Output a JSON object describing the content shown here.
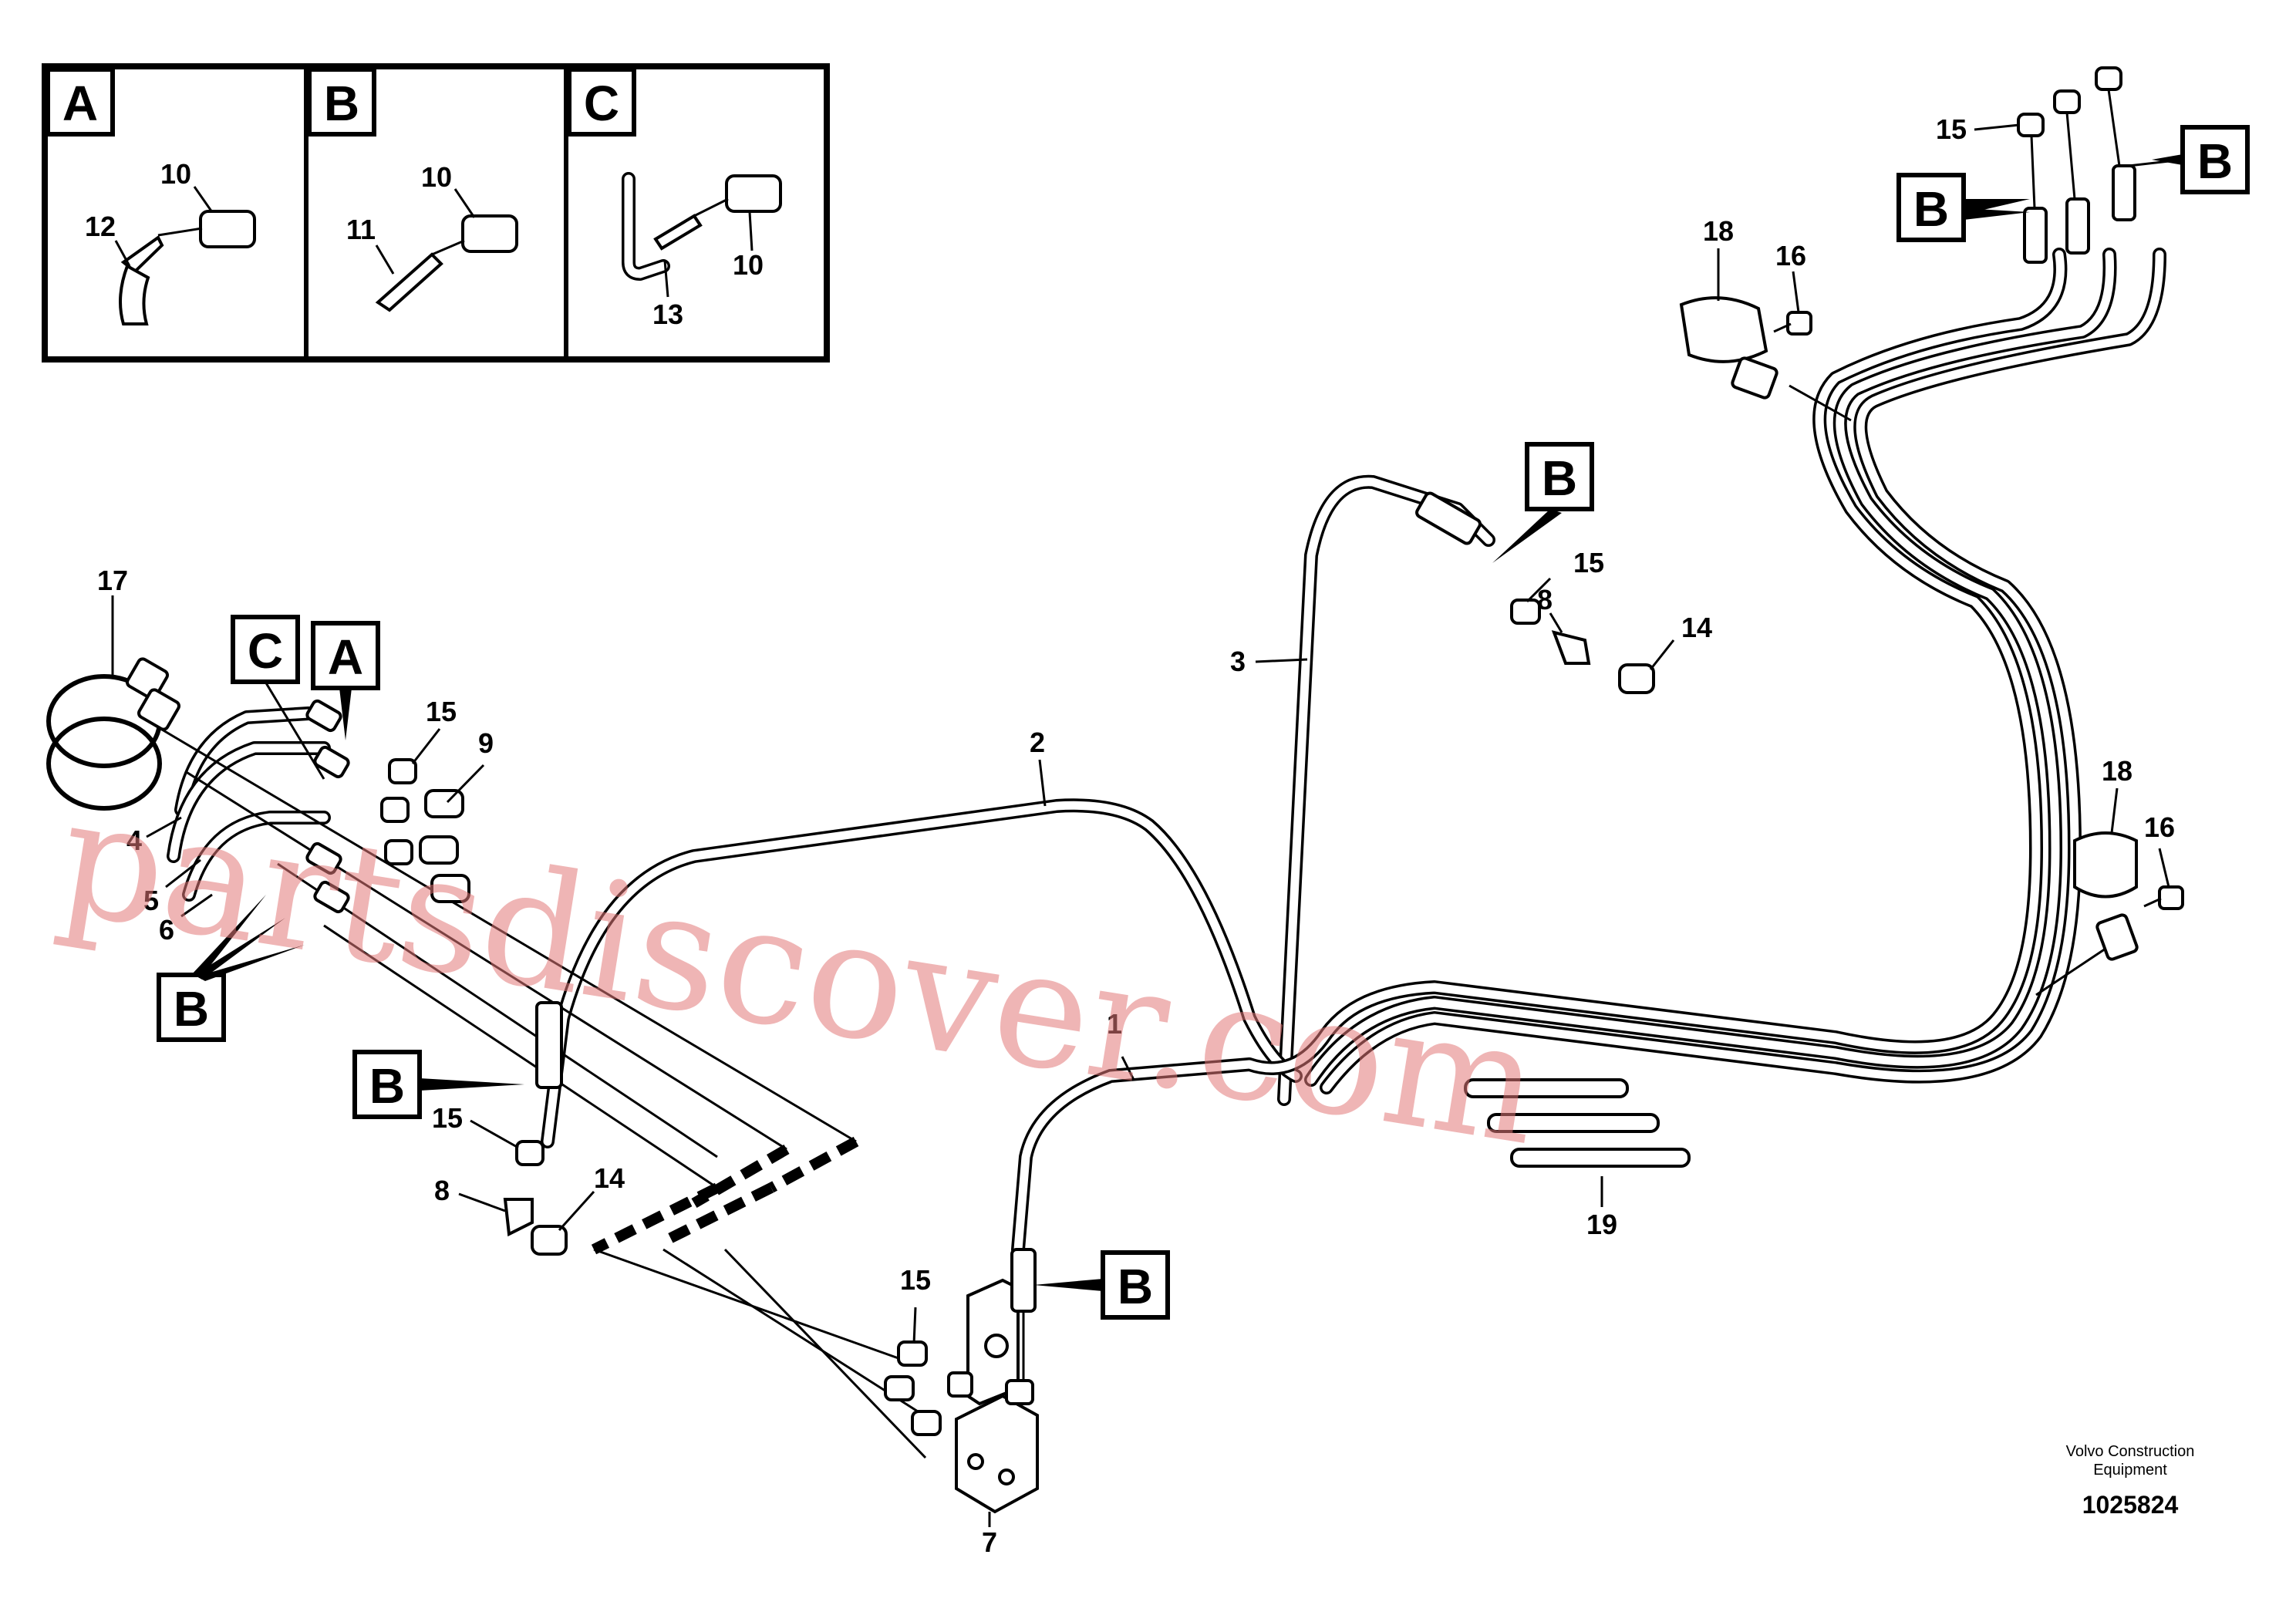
{
  "detail_panels": [
    {
      "letter": "A",
      "parts": [
        "10",
        "12"
      ]
    },
    {
      "letter": "B",
      "parts": [
        "10",
        "11"
      ]
    },
    {
      "letter": "C",
      "parts": [
        "10",
        "13"
      ]
    }
  ],
  "ref_boxes": {
    "b_top_right_1": "B",
    "b_top_right_2": "B",
    "b_mid": "B",
    "c_left": "C",
    "a_left": "A",
    "b_left": "B",
    "b_center_left": "B",
    "b_bottom": "B"
  },
  "callouts": {
    "p1": "1",
    "p2": "2",
    "p3": "3",
    "p4": "4",
    "p5": "5",
    "p6": "6",
    "p7": "7",
    "p8_left": "8",
    "p8_right": "8",
    "p9": "9",
    "p14_left": "14",
    "p14_right": "14",
    "p15_left_top": "15",
    "p15_left_mid": "15",
    "p15_bottom": "15",
    "p15_mid": "15",
    "p15_top": "15",
    "p16_top": "16",
    "p16_right": "16",
    "p17": "17",
    "p18_top": "18",
    "p18_right": "18",
    "p19": "19"
  },
  "footer": {
    "maker_line1": "Volvo Construction",
    "maker_line2": "Equipment",
    "drawing_number": "1025824"
  },
  "watermark": "partsdiscover.com"
}
